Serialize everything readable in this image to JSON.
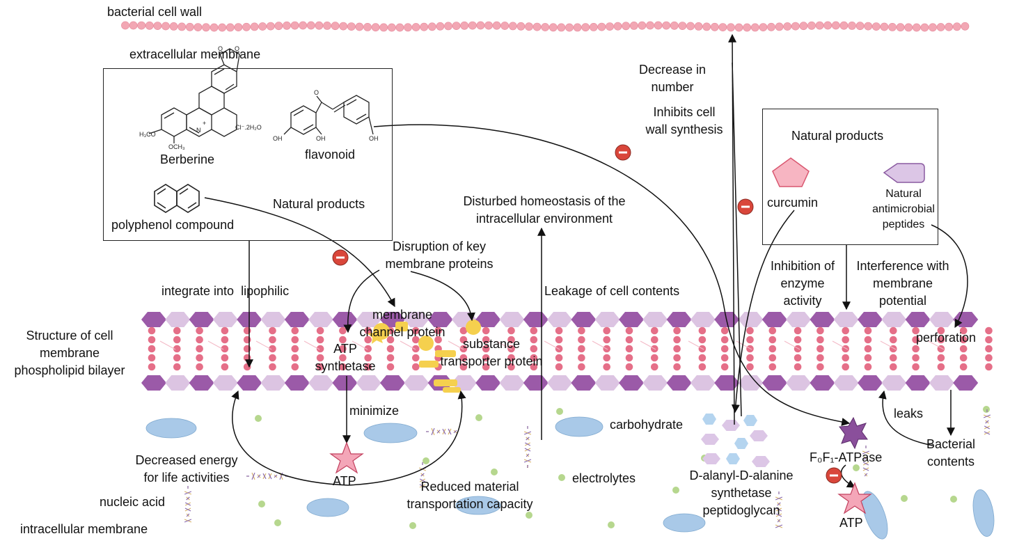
{
  "labels": {
    "bacterial_cell_wall": "bacterial cell wall",
    "extracellular_membrane": "extracellular membrane",
    "berberine": "Berberine",
    "flavonoid": "flavonoid",
    "polyphenol": "polyphenol compound",
    "natural_products_left": "Natural products",
    "natural_products_right": "Natural products",
    "curcumin": "curcumin",
    "peptides": "Natural\nantimicrobial\npeptides",
    "decrease_number": "Decrease in\nnumber",
    "inhibits_wall": "Inhibits cell\nwall synthesis",
    "disturbed_homeostasis": "Disturbed homeostasis of the\nintracellular environment",
    "disruption_proteins": "Disruption of key\nmembrane proteins",
    "integrate": "integrate into  lipophilic",
    "leakage": "Leakage of cell contents",
    "inhibition_enzyme": "Inhibition of\nenzyme\nactivity",
    "interference": "Interference with\nmembrane\npotential",
    "structure": "Structure of cell\nmembrane\nphospholipid bilayer",
    "membrane_channel": "membrane\nchannel protein",
    "substance_transporter": "substance\ntransporter protein",
    "atp_synthetase": "ATP\nsynthetase",
    "perforation": "perforation",
    "minimize": "minimize",
    "atp_left": "ATP",
    "carbohydrate": "carbohydrate",
    "decreased_energy": "Decreased energy\nfor life activities",
    "reduced_transport": "Reduced material\ntransportation capacity",
    "electrolytes": "electrolytes",
    "nucleic_acid": "nucleic acid",
    "intracellular_membrane": "intracellular membrane",
    "d_alanyl": "D-alanyl-D-alanine\nsynthetase\npeptidoglycan",
    "fof1": "F₀F₁-ATPase",
    "atp_right": "ATP",
    "leaks": "leaks",
    "bacterial_contents": "Bacterial\ncontents"
  },
  "chem_text": {
    "ch3o": "H₃CO",
    "och3": "OCH₃",
    "salt": "Cl⁻.2H₂O",
    "plus": "+",
    "n": "N",
    "o": "O",
    "oh": "OH"
  },
  "colors": {
    "wall_bead": "#f2a7b4",
    "head_dark": "#9b5aa8",
    "head_light": "#dcc4e2",
    "tail": "#e56f88",
    "inhibit": "#d9463a",
    "yellow": "#f5d04e",
    "atp_star": "#f4a6b8",
    "fof1_star": "#8a4f9b",
    "blue_blob": "#a9c9e8",
    "green_dot": "#b6d78e",
    "pentagon": "#f5a3b3",
    "pentagon_fill_light": "#f7b5c2",
    "peptide": "#d9c2e6",
    "hex_blue": "#b4d4ef",
    "hex_purple": "#dcc6e6"
  },
  "icons": [
    "inhibit-icon",
    "atp-star-icon",
    "fof1-atpase-star-icon",
    "curcumin-pentagon-icon",
    "peptide-tag-icon"
  ]
}
